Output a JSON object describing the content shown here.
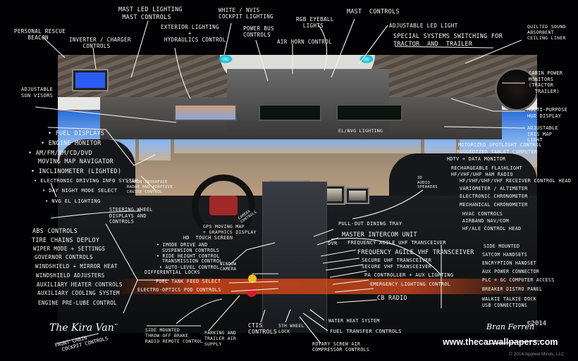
{
  "title": {
    "name": "The Kira Van",
    "trademark": "™",
    "subtitle_line1": "Front Cabin",
    "subtitle_line2": "Cockpit Controls"
  },
  "credits": {
    "author": "Bran Ferren",
    "year": "©2014",
    "watermark": "www.thecarwallpapers.com",
    "copyright": "© 2014 Applied Minds, LLC"
  },
  "annotations": {
    "top": [
      {
        "id": "personal-rescue-beacon",
        "text": "Personal Rescue\n    Beacon"
      },
      {
        "id": "inverter-charger",
        "text": "Inverter / Charger\n    Controls"
      },
      {
        "id": "mast-led-lighting",
        "text": "Mast LED Lighting\n Mast Controls"
      },
      {
        "id": "exterior-lighting",
        "text": "Exterior Lighting\n        +\n Hydraulics Control"
      },
      {
        "id": "white-nvis",
        "text": "White / NVIS\nCockpit Lighting"
      },
      {
        "id": "power-bus",
        "text": "Power Bus\nControls"
      },
      {
        "id": "air-horn",
        "text": "Air Horn Control"
      },
      {
        "id": "rgb-eyeball",
        "text": "RGB Eyeball\n  Lights"
      },
      {
        "id": "mast-controls",
        "text": "Mast  Controls"
      },
      {
        "id": "adjustable-led-light",
        "text": "Adjustable LED Light"
      },
      {
        "id": "special-systems",
        "text": "Special Systems Switching For\nTractor  And  Trailer"
      },
      {
        "id": "quilted-ceiling",
        "text": "Quilted Sound\nAbsorbent\nCeiling Liner"
      }
    ],
    "right": [
      {
        "id": "cabin-power-monitors",
        "text": "Cabin Power\nMonitors\n(Tractor\n  Trailer)"
      },
      {
        "id": "multi-purpose-display",
        "text": "Multi-Purpose\nHUD Display"
      },
      {
        "id": "adjustable-map-light",
        "text": "Adjustable\nIris Map\nLight"
      },
      {
        "id": "el-nvg-lighting",
        "text": "EL/NVG Lighting"
      },
      {
        "id": "motorized-spotlight",
        "text": "Motorized Spotlight Control"
      },
      {
        "id": "ruggedized-computer",
        "text": "Ruggedized Tablet Computer"
      },
      {
        "id": "hdtv-monitor",
        "text": "HDTV + Data Monitor"
      },
      {
        "id": "rechargeable-flashlight",
        "text": "Rechargeable Flashlight"
      },
      {
        "id": "hf-vhf-uhf-radio",
        "text": "HF/VHF/UHF Ham Radio"
      },
      {
        "id": "radio-control-head",
        "text": "HF/VHF/UHF/VHF Receiver Control Head"
      },
      {
        "id": "variometer",
        "text": "Variometer / Altimeter"
      },
      {
        "id": "electronic-chronometer",
        "text": "Electronic Chronometer"
      },
      {
        "id": "mechanical-chronometer",
        "text": "Mechanical Chronometer"
      },
      {
        "id": "3d-audio-speakers",
        "text": "3D\nAudio\nSpeakers"
      },
      {
        "id": "hvac-controls",
        "text": "HVAC Controls"
      },
      {
        "id": "airband-nav-com",
        "text": "Airband NAV/COM"
      },
      {
        "id": "hf-ale-control",
        "text": "HF/ALE Control Head"
      },
      {
        "id": "side-mounted",
        "text": "Side Mounted"
      },
      {
        "id": "satcom-handsets",
        "text": "Satcom Handsets"
      },
      {
        "id": "encryption-handset",
        "text": "Encryption Handset"
      },
      {
        "id": "aux-power",
        "text": "Aux Power Connector"
      },
      {
        "id": "plc-computer",
        "text": "PLC + GC Computer Access"
      },
      {
        "id": "breaker-panel",
        "text": "Breaker Distro Panel"
      },
      {
        "id": "walkie-talkie",
        "text": "Walkie Talkie Dock\nUSB Connections"
      }
    ],
    "center": [
      {
        "id": "pull-out-tray",
        "text": "Pull-Out Dining Tray"
      },
      {
        "id": "master-intercom",
        "text": "Master Intercom Unit"
      },
      {
        "id": "dvr",
        "text": "DVR"
      },
      {
        "id": "freq-agile-uhf",
        "text": "Frequency Agile UHF Transceiver"
      },
      {
        "id": "freq-agile-vhf",
        "text": "Frequency Agile VHF Transceiver"
      },
      {
        "id": "secure-uhf",
        "text": "Secure UHF Transceiver"
      },
      {
        "id": "secure-vhf",
        "text": "Secure VHF Transceiver"
      },
      {
        "id": "pa-controller",
        "text": "PA Controller + Aux Lighting"
      },
      {
        "id": "emergency-lighting",
        "text": "Emergency Lighting Control"
      },
      {
        "id": "cb-radio",
        "text": "CB Radio"
      },
      {
        "id": "gps-moving-map",
        "text": "GPS Moving Map\n+ Graphics Display"
      },
      {
        "id": "hd-touch-screen",
        "text": "HD  Touch Screen"
      },
      {
        "id": "camera-controls",
        "text": "Camera\nControls"
      },
      {
        "id": "window-camera",
        "text": "Window\nCamera"
      }
    ],
    "left": [
      {
        "id": "adjustable-sun-visors",
        "text": "Adjustable\nSun Visors"
      },
      {
        "id": "steering-wheel",
        "text": "Steering Wheel\nDisplays And\nControls"
      },
      {
        "id": "common-interface",
        "text": "Common Interface\nRadar And Adaptive\nCruise Control"
      },
      {
        "id": "differential-locks",
        "text": "Differential Locks"
      },
      {
        "id": "fuel-tank-select",
        "text": "Fuel Tank Feed Select"
      },
      {
        "id": "electro-optics",
        "text": "Electro-Optics Pod Controls"
      }
    ],
    "bullets_steering": [
      "Fuel Displays",
      "Engine Monitor",
      "AM/FM/XM/CD/DVD",
      "Moving Map Navigator",
      "Inclinometer (Lighted)",
      "Electronic Driving Info System",
      "Day Night Mode Select",
      "NVG EL Lighting"
    ],
    "bullets_drive": [
      "Imode Drive And",
      "Suspension Controls",
      "Ride Height Control",
      "Transmission Control",
      "Auto-Level Control"
    ],
    "left_list": [
      "ABS Controls",
      "Tire Chains Deploy",
      "Wiper Mode + Settings",
      "Governor Controls",
      "Windshield + Mirror Heat",
      "Windshield Adjusters",
      "Auxiliary Heater Controls",
      "Auxiliary Cooling System",
      "Engine Pre-Lube Control"
    ],
    "bottom": [
      {
        "id": "side-mounted-brake",
        "text": "Side Mounted\nThrow-Off Brake\nRadio Remote Control"
      },
      {
        "id": "parking-brake",
        "text": "Parking And\nTrailer Air\nSupply"
      },
      {
        "id": "ctis",
        "text": "CTIS\nControls"
      },
      {
        "id": "fifth-wheel",
        "text": "5th Wheel\nLock"
      },
      {
        "id": "water-heat",
        "text": "Water Heat System"
      },
      {
        "id": "fuel-transfer",
        "text": "Fuel Transfer Controls"
      },
      {
        "id": "rotary-screw",
        "text": "Rotary Screw Air\nCompressor Controls"
      }
    ]
  }
}
